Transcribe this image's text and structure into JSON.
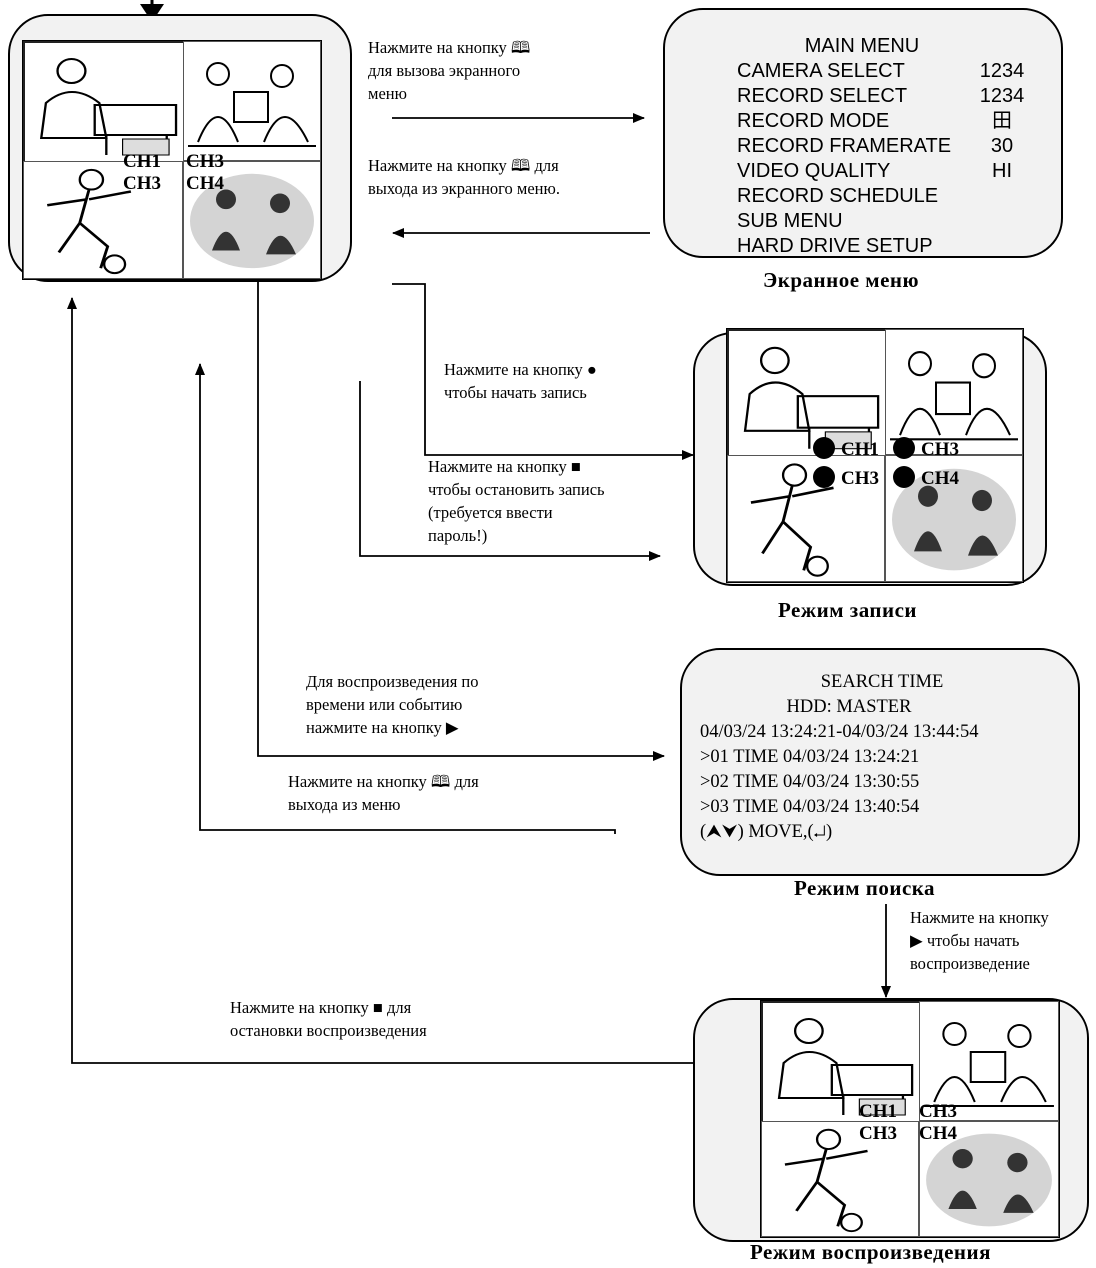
{
  "channels": {
    "a": "CH1",
    "b": "CH3",
    "c": "CH3",
    "d": "CH4"
  },
  "osd_menu": {
    "title": "MAIN MENU",
    "rows": [
      {
        "label": "CAMERA SELECT",
        "value": "1234"
      },
      {
        "label": "RECORD SELECT",
        "value": "1234"
      },
      {
        "label": "RECORD MODE",
        "value": "田"
      },
      {
        "label": "RECORD FRAMERATE",
        "value": "30"
      },
      {
        "label": "VIDEO QUALITY",
        "value": "HI"
      },
      {
        "label": "RECORD SCHEDULE",
        "value": ""
      },
      {
        "label": "SUB MENU",
        "value": ""
      },
      {
        "label": "HARD DRIVE SETUP",
        "value": ""
      }
    ],
    "caption": "Экранное меню"
  },
  "search_menu": {
    "title": "SEARCH TIME",
    "hdd": "HDD: MASTER",
    "range": "04/03/24 13:24:21-04/03/24 13:44:54",
    "entries": [
      ">01 TIME 04/03/24 13:24:21",
      ">02 TIME 04/03/24 13:30:55",
      ">03 TIME 04/03/24 13:40:54"
    ],
    "hint": "(⮝⮟) MOVE,(↵)",
    "caption": "Режим поиска"
  },
  "record_caption": "Режим записи",
  "playback_caption": "Режим воспроизведения",
  "instructions": {
    "open_menu": [
      "Нажмите на кнопку 🕮",
      "для вызова экранного",
      "меню"
    ],
    "exit_menu": [
      "Нажмите на кнопку 🕮 для",
      "выхода из экранного меню."
    ],
    "start_record": [
      "Нажмите на кнопку ●",
      "чтобы начать запись"
    ],
    "stop_record": [
      "Нажмите на кнопку ■",
      "чтобы остановить запись",
      "(требуется ввести",
      "пароль!)"
    ],
    "playback": [
      "Для воспроизведения по",
      "времени или событию",
      "нажмите  на кнопку ▶"
    ],
    "exit_search": [
      "Нажмите на кнопку 🕮 для",
      "выхода из меню"
    ],
    "start_playback": [
      "Нажмите на кнопку",
      "▶ чтобы начать",
      "воспроизведение"
    ],
    "stop_playback": [
      "Нажмите на кнопку ■ для",
      "остановки воспроизведения"
    ]
  }
}
